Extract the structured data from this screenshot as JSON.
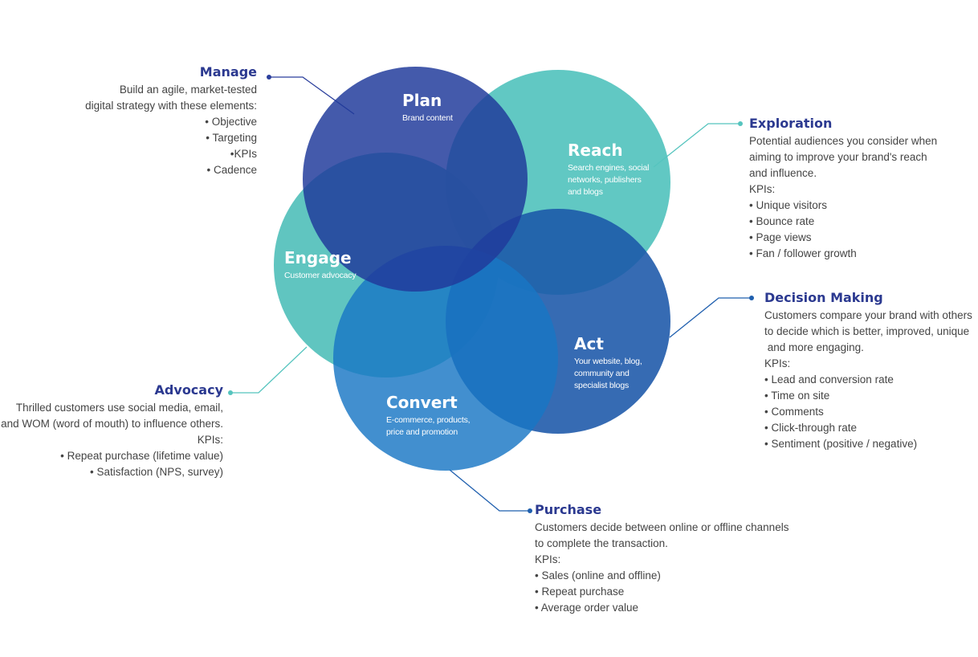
{
  "colors": {
    "navy": "#2b3f9c",
    "teal": "#55c4be",
    "blue": "#1f5fae",
    "heading": "#2b3990",
    "body_text": "#444444"
  },
  "circles": {
    "plan": {
      "title": "Plan",
      "sub": [
        "Brand content"
      ]
    },
    "reach": {
      "title": "Reach",
      "sub": [
        "Search engines, social",
        "networks, publishers",
        "and blogs"
      ]
    },
    "engage": {
      "title": "Engage",
      "sub": [
        "Customer advocacy"
      ]
    },
    "act": {
      "title": "Act",
      "sub": [
        "Your website, blog,",
        "community and",
        "specialist blogs"
      ]
    },
    "convert": {
      "title": "Convert",
      "sub": [
        "E-commerce, products,",
        "price and promotion"
      ]
    }
  },
  "callouts": {
    "manage": {
      "heading": "Manage",
      "lines": [
        "Build an agile, market-tested",
        "digital strategy with these elements:",
        "• Objective",
        "• Targeting",
        "•KPIs",
        "• Cadence"
      ]
    },
    "exploration": {
      "heading": "Exploration",
      "lines": [
        "Potential audiences you consider when",
        "aiming to improve your brand's reach",
        "and influence.",
        "KPIs:",
        "• Unique visitors",
        "• Bounce rate",
        "• Page views",
        "• Fan / follower growth"
      ]
    },
    "decision": {
      "heading": "Decision Making",
      "lines": [
        "Customers compare your brand with others",
        "to decide which is better, improved, unique",
        " and more engaging.",
        "KPIs:",
        "• Lead and conversion rate",
        "• Time on site",
        "• Comments",
        "• Click-through rate",
        "• Sentiment (positive / negative)"
      ]
    },
    "advocacy": {
      "heading": "Advocacy",
      "lines": [
        "Thrilled customers use social media, email,",
        "and WOM (word of mouth) to influence others.",
        "KPIs:",
        "• Repeat purchase (lifetime value)",
        "• Satisfaction (NPS, survey)"
      ]
    },
    "purchase": {
      "heading": "Purchase",
      "lines": [
        "Customers decide between online or offline channels",
        "to complete the transaction.",
        "KPIs:",
        "• Sales (online and offline)",
        "• Repeat purchase",
        "• Average order value"
      ]
    }
  }
}
